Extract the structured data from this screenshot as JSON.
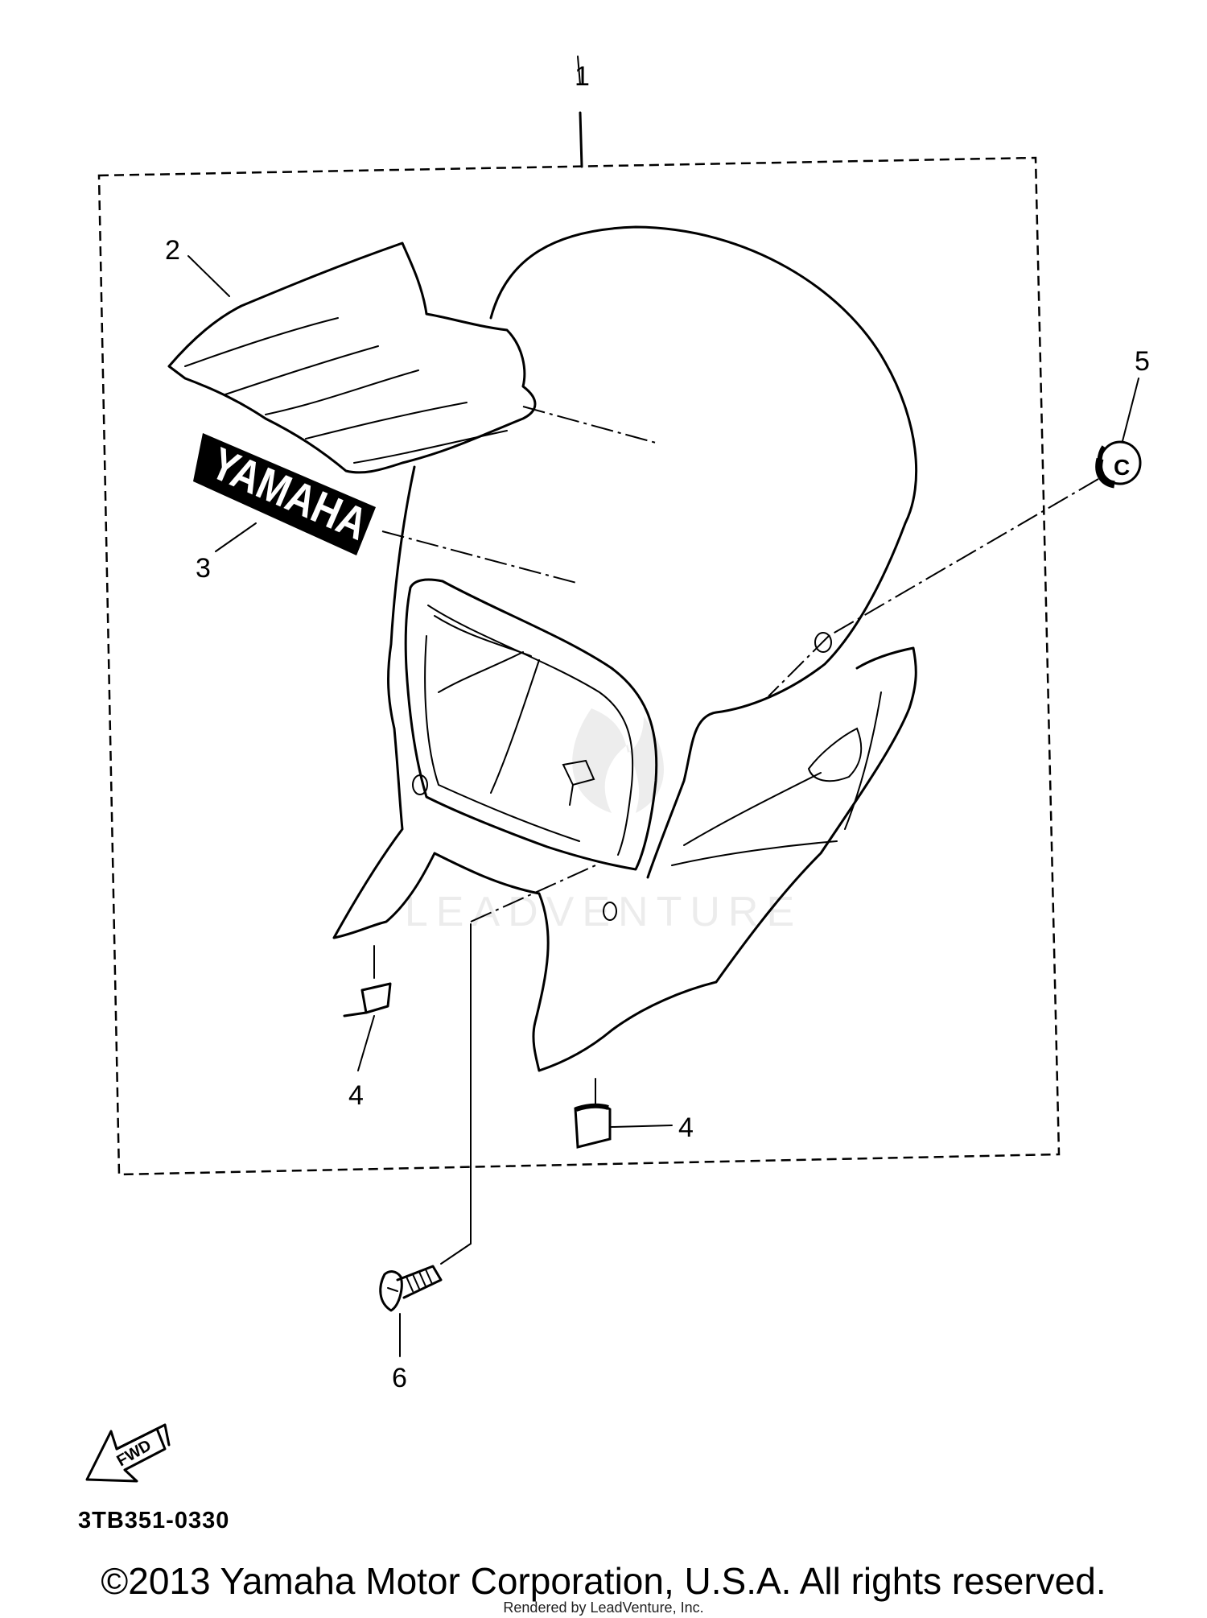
{
  "diagram": {
    "callouts": {
      "part1": "1",
      "part2": "2",
      "part3": "3",
      "part4a": "4",
      "part4b": "4",
      "part5": "5",
      "part6": "6"
    },
    "emblem_text": "YAMAHA",
    "grommet_mark": "C",
    "fwd_label": "FWD",
    "drawing_code": "3TB351-0330",
    "watermark": "LEADVENTURE"
  },
  "footer": {
    "copyright": "©2013 Yamaha Motor Corporation, U.S.A. All rights reserved.",
    "rendered_by": "Rendered by LeadVenture, Inc."
  }
}
